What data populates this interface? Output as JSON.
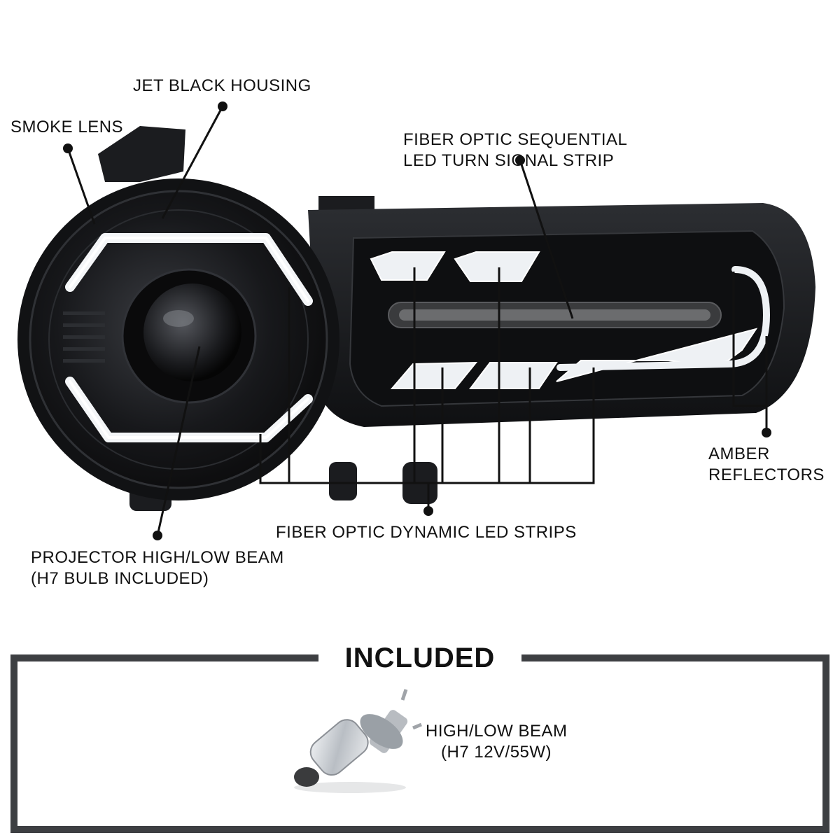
{
  "callouts": {
    "jet_black_housing": "JET BLACK HOUSING",
    "smoke_lens": "SMOKE LENS",
    "fiber_optic_sequential_line1": "FIBER OPTIC SEQUENTIAL",
    "fiber_optic_sequential_line2": "LED TURN SIGNAL STRIP",
    "amber_reflectors_line1": "AMBER",
    "amber_reflectors_line2": "REFLECTORS",
    "fiber_optic_dynamic": "FIBER OPTIC DYNAMIC LED STRIPS",
    "projector_line1": "PROJECTOR HIGH/LOW BEAM",
    "projector_line2": "(H7 BULB INCLUDED)"
  },
  "included": {
    "title": "INCLUDED",
    "item_line1": "HIGH/LOW BEAM",
    "item_line2": "(H7 12V/55W)"
  },
  "colors": {
    "housing": "#141517",
    "lens_smoke": "#2a2c30",
    "led_white": "#f4f6f8",
    "frame": "#3d3f42"
  }
}
